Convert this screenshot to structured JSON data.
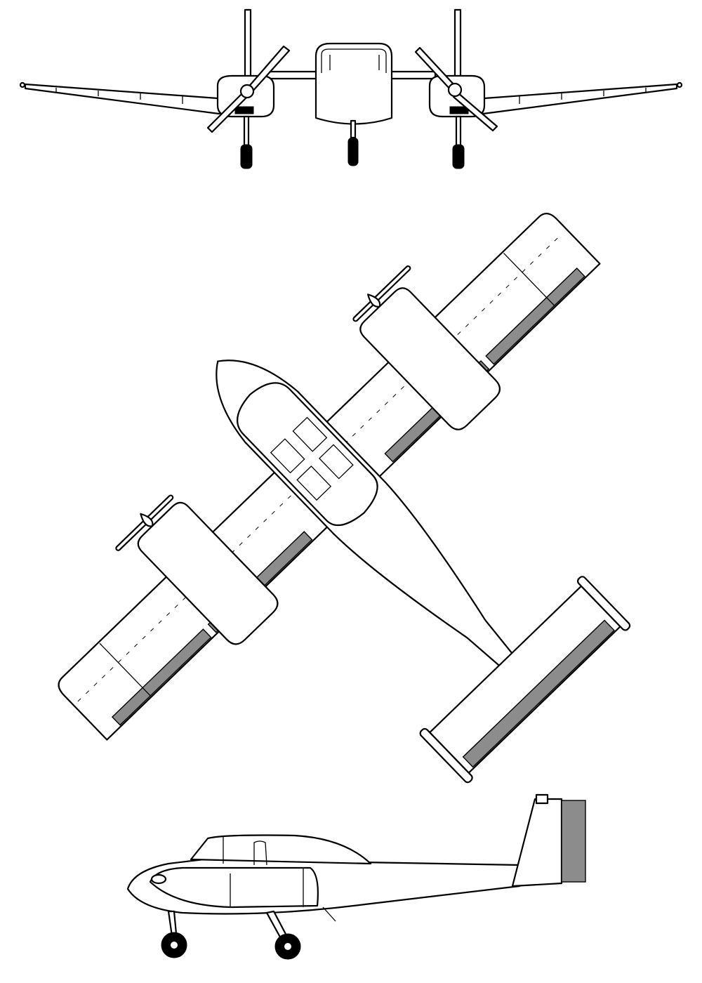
{
  "drawing": {
    "views": [
      "front-view",
      "plan-view",
      "side-view"
    ],
    "colors": {
      "line": "#000000",
      "background": "#ffffff",
      "control_surface_shading": "#8c8c8c"
    }
  }
}
